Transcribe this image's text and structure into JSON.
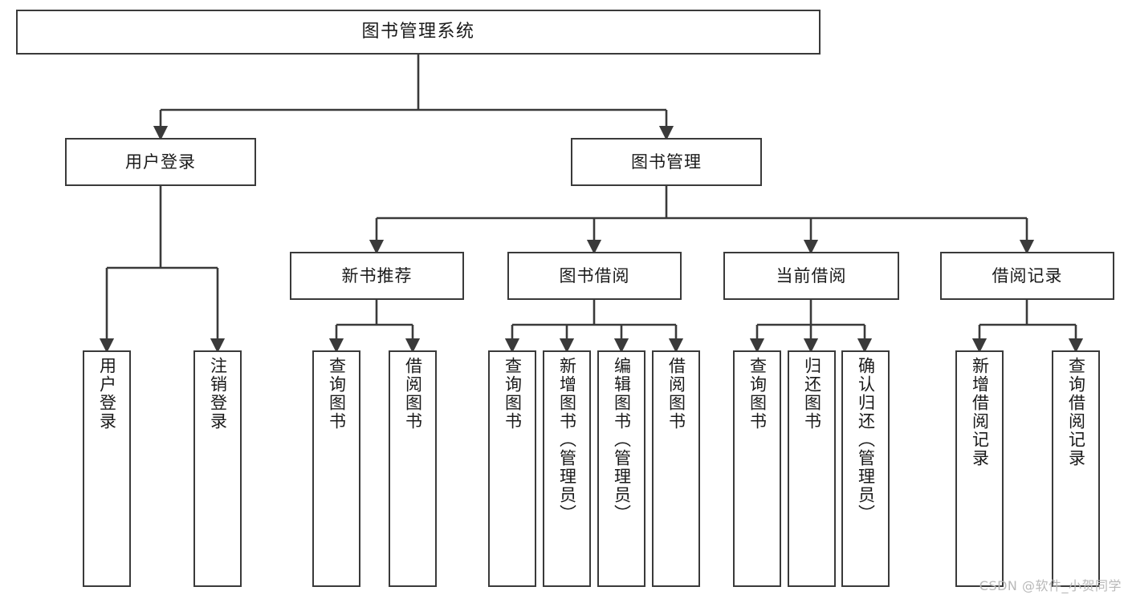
{
  "diagram": {
    "title": "图书管理系统",
    "type": "tree-hierarchy",
    "watermark": "CSDN @软件_小贺同学",
    "colors": {
      "box_border": "#3a3a3a",
      "box_fill": "#ffffff",
      "edge": "#3a3a3a",
      "text": "#1a1a1a",
      "watermark": "#b9b9b9",
      "background": "#ffffff"
    },
    "nodes": {
      "root": {
        "label": "图书管理系统"
      },
      "level1": [
        {
          "id": "user-login",
          "label": "用户登录"
        },
        {
          "id": "book-manage",
          "label": "图书管理"
        }
      ],
      "level2": [
        {
          "id": "new-book-recommend",
          "label": "新书推荐"
        },
        {
          "id": "book-borrow",
          "label": "图书借阅"
        },
        {
          "id": "current-borrow",
          "label": "当前借阅"
        },
        {
          "id": "borrow-record",
          "label": "借阅记录"
        }
      ],
      "leaves": [
        {
          "id": "leaf-user-login",
          "label": "用户登录",
          "parent": "user-login"
        },
        {
          "id": "leaf-logout-login",
          "label": "注销登录",
          "parent": "user-login"
        },
        {
          "id": "leaf-query-book-1",
          "label": "查询图书",
          "parent": "new-book-recommend"
        },
        {
          "id": "leaf-borrow-book-1",
          "label": "借阅图书",
          "parent": "new-book-recommend"
        },
        {
          "id": "leaf-query-book-2",
          "label": "查询图书",
          "parent": "book-borrow"
        },
        {
          "id": "leaf-add-book",
          "label": "新增图书（管理员）",
          "parent": "book-borrow"
        },
        {
          "id": "leaf-edit-book",
          "label": "编辑图书（管理员）",
          "parent": "book-borrow"
        },
        {
          "id": "leaf-borrow-book-2",
          "label": "借阅图书",
          "parent": "book-borrow"
        },
        {
          "id": "leaf-query-book-3",
          "label": "查询图书",
          "parent": "current-borrow"
        },
        {
          "id": "leaf-return-book",
          "label": "归还图书",
          "parent": "current-borrow"
        },
        {
          "id": "leaf-confirm-return",
          "label": "确认归还（管理员）",
          "parent": "current-borrow"
        },
        {
          "id": "leaf-add-record",
          "label": "新增借阅记录",
          "parent": "borrow-record"
        },
        {
          "id": "leaf-query-record",
          "label": "查询借阅记录",
          "parent": "borrow-record"
        }
      ]
    }
  }
}
